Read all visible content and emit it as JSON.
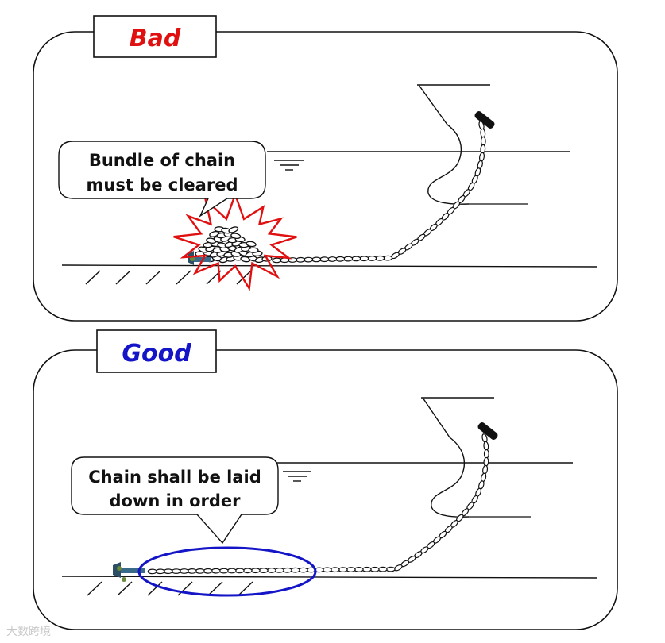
{
  "panels": [
    {
      "label": "Bad",
      "label_color": "#e01010",
      "bubble": [
        "Bundle of chain",
        "must be cleared"
      ]
    },
    {
      "label": "Good",
      "label_color": "#1515c8",
      "bubble": [
        "Chain shall be laid",
        "down in order"
      ]
    }
  ],
  "colors": {
    "outline": "#111111",
    "burst": "#e01010",
    "highlight": "#1515c8",
    "anchor": "#3a6a8a"
  },
  "icons": [
    "waterline-symbol",
    "anchor-icon",
    "hawse-pipe-icon",
    "burst-icon",
    "highlight-ellipse"
  ],
  "watermark": "大数跨境"
}
